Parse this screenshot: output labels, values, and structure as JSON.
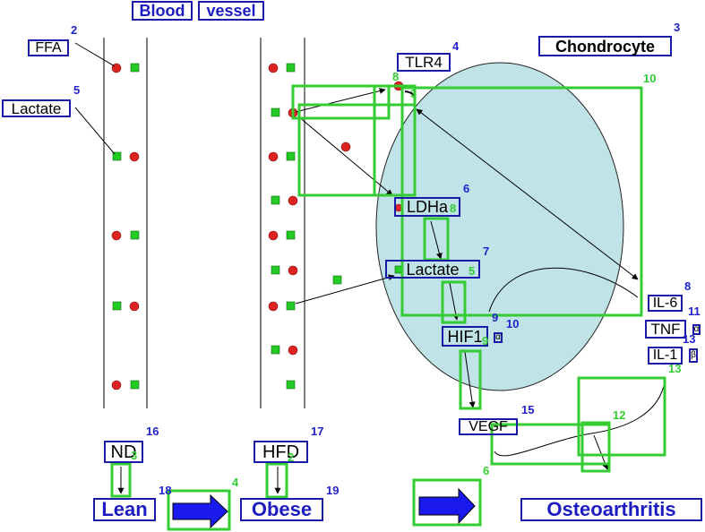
{
  "labels": {
    "blood": "Blood",
    "vessel": "vessel",
    "ffa": "FFA",
    "lactate_left": "Lactate",
    "tlr4": "TLR4",
    "chondrocyte": "Chondrocyte",
    "ldha": "LDHa",
    "lactate_mid": "Lactate",
    "il6": "IL-6",
    "tnf": "TNF",
    "il1": "IL-1",
    "hif1": "HIF1",
    "vegf": "VEGF",
    "nd": "ND",
    "hfd": "HFD",
    "lean": "Lean",
    "obese": "Obese",
    "oa": "Osteoarthritis",
    "tnf_suffix": "α",
    "il1_suffix": "β",
    "hif1_suffix": "α"
  },
  "markers": {
    "blue": [
      "2",
      "3",
      "4",
      "5",
      "6",
      "7",
      "8",
      "9",
      "10",
      "11",
      "13",
      "15",
      "16",
      "17",
      "18",
      "19"
    ],
    "green": [
      "8",
      "10",
      "3",
      "8",
      "5",
      "9",
      "13",
      "12",
      "6",
      "3",
      "2",
      "4"
    ]
  },
  "colors": {
    "label_border": "#1a1aa8",
    "bold_text": "#1c1cc0",
    "green_box": "#33cc33",
    "red_dot": "#dd2222",
    "green_square": "#22cc22",
    "cell_fill": "#bfe3e6",
    "arrow_fill": "#1a1aee"
  }
}
